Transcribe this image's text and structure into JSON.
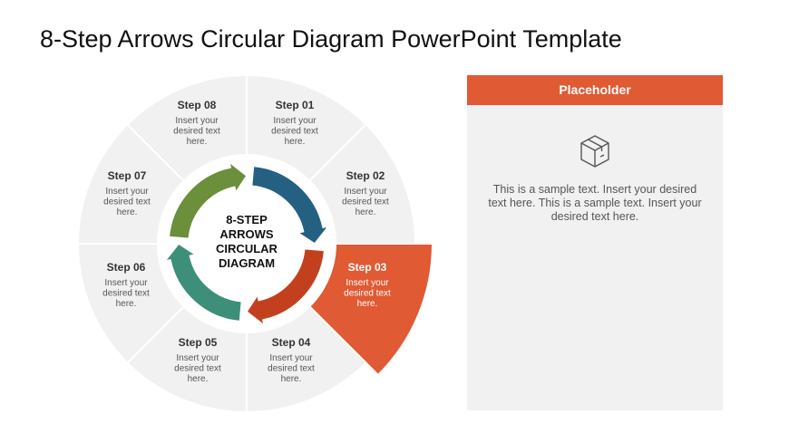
{
  "slide": {
    "title": "8-Step Arrows Circular Diagram PowerPoint Template"
  },
  "diagram": {
    "center_text": [
      "8-STEP",
      "ARROWS",
      "CIRCULAR",
      "DIAGRAM"
    ],
    "steps": [
      {
        "label": "Step 01",
        "text": [
          "Insert your",
          "desired text",
          "here."
        ]
      },
      {
        "label": "Step 02",
        "text": [
          "Insert your",
          "desired text",
          "here."
        ]
      },
      {
        "label": "Step 03",
        "text": [
          "Insert your",
          "desired text",
          "here."
        ]
      },
      {
        "label": "Step 04",
        "text": [
          "Insert your",
          "desired text",
          "here."
        ]
      },
      {
        "label": "Step 05",
        "text": [
          "Insert your",
          "desired text",
          "here."
        ]
      },
      {
        "label": "Step 06",
        "text": [
          "Insert your",
          "desired text",
          "here."
        ]
      },
      {
        "label": "Step 07",
        "text": [
          "Insert your",
          "desired text",
          "here."
        ]
      },
      {
        "label": "Step 08",
        "text": [
          "Insert your",
          "desired text",
          "here."
        ]
      }
    ],
    "highlighted_step": 3,
    "colors": {
      "segment": "#f1f1f1",
      "highlight": "#e05a33",
      "arrow_blue": "#246082",
      "arrow_red": "#c3401f",
      "arrow_teal": "#3d8f7a",
      "arrow_green": "#6b8f3a"
    }
  },
  "panel": {
    "header": "Placeholder",
    "icon": "box-icon",
    "text": "This is a sample text. Insert your desired text here. This is a sample text. Insert your desired text here."
  }
}
